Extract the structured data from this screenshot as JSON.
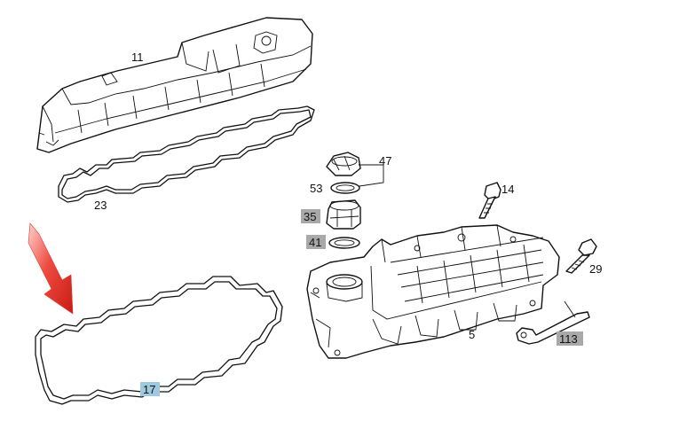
{
  "labels": {
    "p11": "11",
    "p23": "23",
    "p47": "47",
    "p53": "53",
    "p35": "35",
    "p41": "41",
    "p14": "14",
    "p29": "29",
    "p5": "5",
    "p113": "113",
    "p17": "17"
  },
  "colors": {
    "arrow": "#e8322b",
    "highlight_grey": "#a9a9a9",
    "highlight_blue": "#9ec9de",
    "line": "#111111"
  }
}
